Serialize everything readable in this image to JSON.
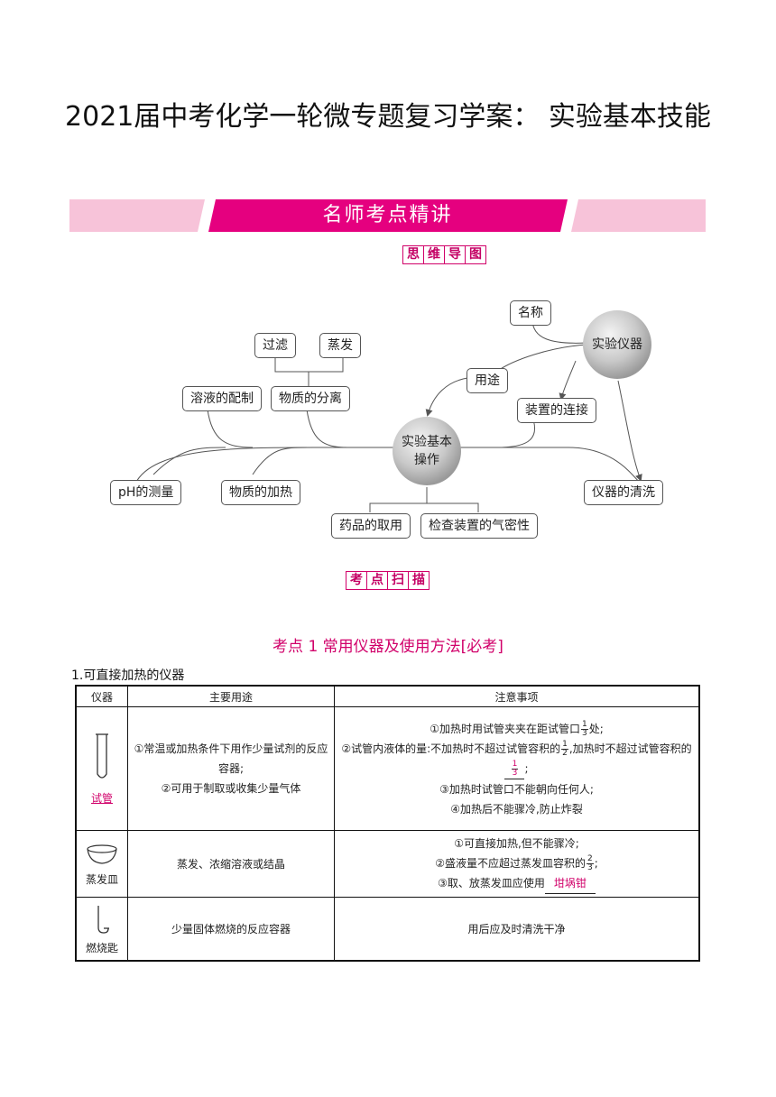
{
  "title": "2021届中考化学一轮微专题复习学案：  实验基本技能",
  "banner": {
    "text": "名师考点精讲"
  },
  "labels": {
    "mindmap": [
      "思",
      "维",
      "导",
      "图"
    ],
    "scan": [
      "考",
      "点",
      "扫",
      "描"
    ]
  },
  "mindmap": {
    "center_main_line1": "实验基本",
    "center_main_line2": "操作",
    "center_instr": "实验仪器",
    "nodes": {
      "name": "名称",
      "use": "用途",
      "connect": "装置的连接",
      "filter": "过滤",
      "evaporate": "蒸发",
      "solution": "溶液的配制",
      "separate": "物质的分离",
      "ph": "pH的测量",
      "heat": "物质的加热",
      "wash": "仪器的清洗",
      "drug": "药品的取用",
      "airtight": "检查装置的气密性"
    }
  },
  "section": {
    "title": "考点 1    常用仪器及使用方法[必考]"
  },
  "subhead": "1.可直接加热的仪器",
  "table": {
    "headers": [
      "仪器",
      "主要用途",
      "注意事项"
    ],
    "rows": [
      {
        "name": "试管",
        "uses": [
          "①常温或加热条件下用作少量试剂的反应容器;",
          "②可用于制取或收集少量气体"
        ],
        "note1_a": "①加热时用试管夹夹在距试管口",
        "note1_b": "处;",
        "note1_frac": [
          "1",
          "3"
        ],
        "note2_a": "②试管内液体的量:不加热时不超过试管容积的",
        "note2_frac": [
          "1",
          "2"
        ],
        "note2_b": ",加热时不超过试管容积的",
        "note2_frac2": [
          "1",
          "3"
        ],
        "note2_c": ";",
        "note3": "③加热时试管口不能朝向任何人;",
        "note4": "④加热后不能骤冷,防止炸裂"
      },
      {
        "name": "蒸发皿",
        "use": "蒸发、浓缩溶液或结晶",
        "note1": "①可直接加热,但不能骤冷;",
        "note2_a": "②盛液量不应超过蒸发皿容积的",
        "note2_frac": [
          "2",
          "3"
        ],
        "note2_b": ";",
        "note3_a": "③取、放蒸发皿应使用",
        "note3_blank": "坩埚钳"
      },
      {
        "name": "燃烧匙",
        "use": "少量固体燃烧的反应容器",
        "note": "用后应及时清洗干净"
      }
    ]
  },
  "colors": {
    "accent": "#e5007f",
    "light": "#f7c3d9",
    "section": "#d1006a"
  }
}
